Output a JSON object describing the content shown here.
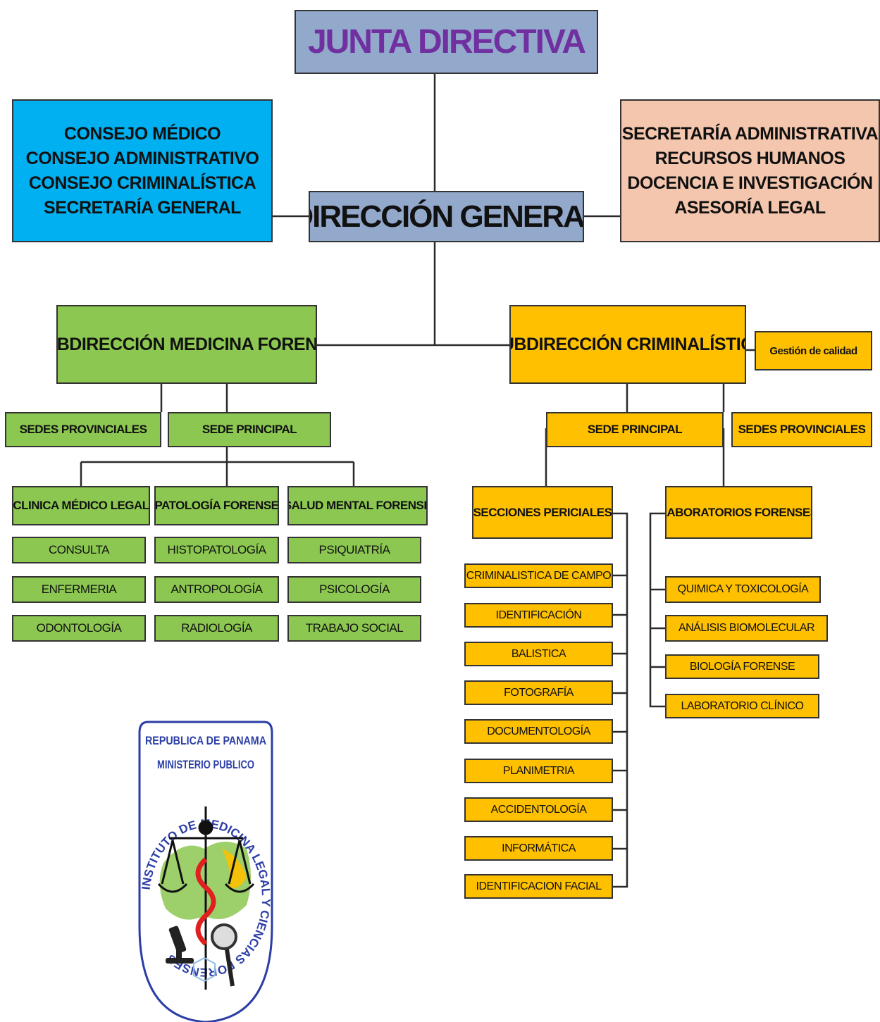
{
  "colors": {
    "slate_blue": "#93a9cc",
    "cyan": "#00b0f0",
    "peach": "#f4c6ad",
    "green": "#8cc851",
    "orange": "#ffc000",
    "title_purple": "#7030a0",
    "logo_blue": "#2b3ea6"
  },
  "junta": "JUNTA DIRECTIVA",
  "consejos": [
    "CONSEJO MÉDICO",
    "CONSEJO ADMINISTRATIVO",
    "CONSEJO CRIMINALÍSTICA",
    "SECRETARÍA GENERAL"
  ],
  "direccion": "DIRECCIÓN GENERAL",
  "secretarias": [
    "SECRETARÍA ADMINISTRATIVA",
    "RECURSOS HUMANOS",
    "DOCENCIA E INVESTIGACIÓN",
    "ASESORÍA LEGAL"
  ],
  "medicina": {
    "title": "SUBDIRECCIÓN MEDICINA FORENSE",
    "sedes_provinciales": "SEDES PROVINCIALES",
    "sede_principal": "SEDE PRINCIPAL",
    "clinica": "CLINICA MÉDICO LEGAL",
    "patologia": "PATOLOGÍA FORENSE",
    "salud_mental": "SALUD MENTAL FORENSE",
    "clinica_items": [
      "CONSULTA",
      "ENFERMERIA",
      "ODONTOLOGÍA"
    ],
    "patologia_items": [
      "HISTOPATOLOGÍA",
      "ANTROPOLOGÍA",
      "RADIOLOGÍA"
    ],
    "salud_items": [
      "PSIQUIATRÍA",
      "PSICOLOGÍA",
      "TRABAJO SOCIAL"
    ]
  },
  "criminalistica": {
    "title": "SUBDIRECCIÓN CRIMINALÍSTICA",
    "gestion": "Gestión de calidad",
    "sede_principal": "SEDE PRINCIPAL",
    "sedes_provinciales": "SEDES PROVINCIALES",
    "secciones": "SECCIONES PERICIALES",
    "laboratorios": "LABORATORIOS FORENSES",
    "secciones_items": [
      "CRIMINALISTICA DE CAMPO",
      "IDENTIFICACIÓN",
      "BALISTICA",
      "FOTOGRAFÍA",
      "DOCUMENTOLOGÍA",
      "PLANIMETRIA",
      "ACCIDENTOLOGÍA",
      "INFORMÁTICA",
      "IDENTIFICACION FACIAL"
    ],
    "laboratorios_items": [
      "QUIMICA Y TOXICOLOGÍA",
      "ANÁLISIS BIOMOLECULAR",
      "BIOLOGÍA FORENSE",
      "LABORATORIO CLÍNICO"
    ]
  },
  "logo": {
    "line1": "REPUBLICA DE PANAMA",
    "line2": "MINISTERIO PUBLICO",
    "ring": "INSTITUTO DE MEDICINA LEGAL Y CIENCIAS FORENSES"
  }
}
